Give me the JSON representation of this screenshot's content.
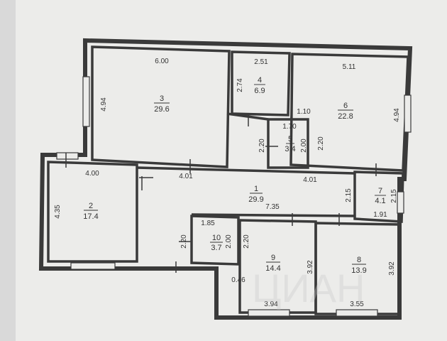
{
  "colors": {
    "page_bg": "#d9d9d9",
    "paper": "#ececea",
    "wall": "#3a3a3a",
    "text": "#333333"
  },
  "rooms": [
    {
      "number": "1",
      "area": "29.9"
    },
    {
      "number": "2",
      "area": "17.4"
    },
    {
      "number": "3",
      "area": "29.6"
    },
    {
      "number": "4",
      "area": "6.9"
    },
    {
      "number": "5",
      "area": "3.4"
    },
    {
      "number": "6",
      "area": "22.8"
    },
    {
      "number": "7",
      "area": "4.1"
    },
    {
      "number": "8",
      "area": "13.9"
    },
    {
      "number": "9",
      "area": "14.4"
    },
    {
      "number": "10",
      "area": "3.7"
    }
  ],
  "dimensions": [
    "6.00",
    "4.94",
    "2.51",
    "2.74",
    "5.11",
    "1.10",
    "4.94",
    "1.70",
    "2.20",
    "2.00",
    "2.20",
    "4.00",
    "4.01",
    "4.01",
    "2.15",
    "4.35",
    "7.35",
    "2.15",
    "1.91",
    "1.85",
    "2.20",
    "2.00",
    "2.20",
    "3.92",
    "3.92",
    "0.46",
    "3.94",
    "3.55"
  ],
  "watermark": "ЦИАН"
}
